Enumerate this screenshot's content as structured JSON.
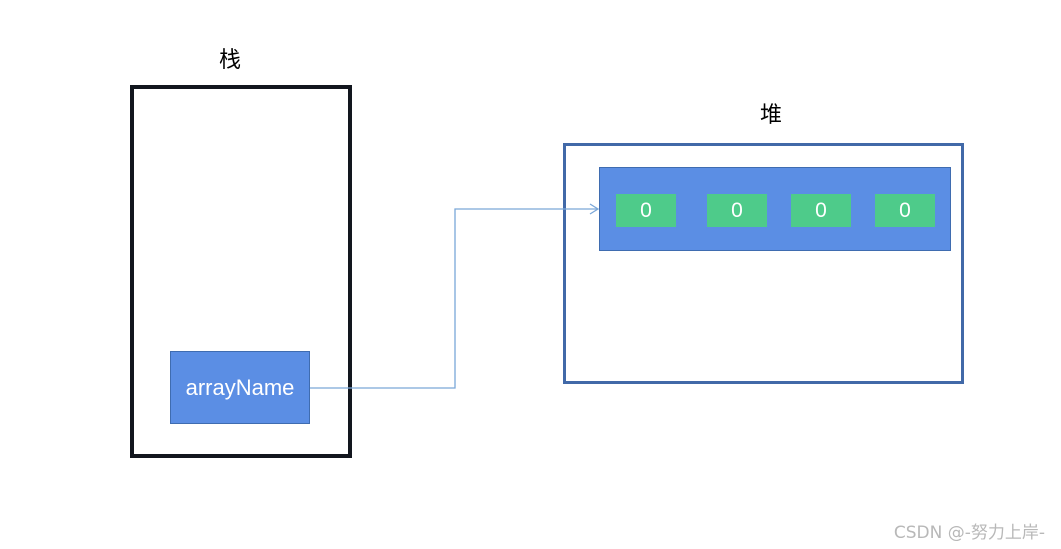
{
  "stack": {
    "title": "栈",
    "variable_label": "arrayName"
  },
  "heap": {
    "title": "堆",
    "array_values": [
      "0",
      "0",
      "0",
      "0"
    ]
  },
  "watermark": "CSDN @-努力上岸-",
  "colors": {
    "stack_border": "#12161e",
    "heap_border": "#4169a8",
    "block_fill": "#5b8ee4",
    "cell_fill": "#4ecb8a",
    "arrow": "#7aa7d8"
  }
}
